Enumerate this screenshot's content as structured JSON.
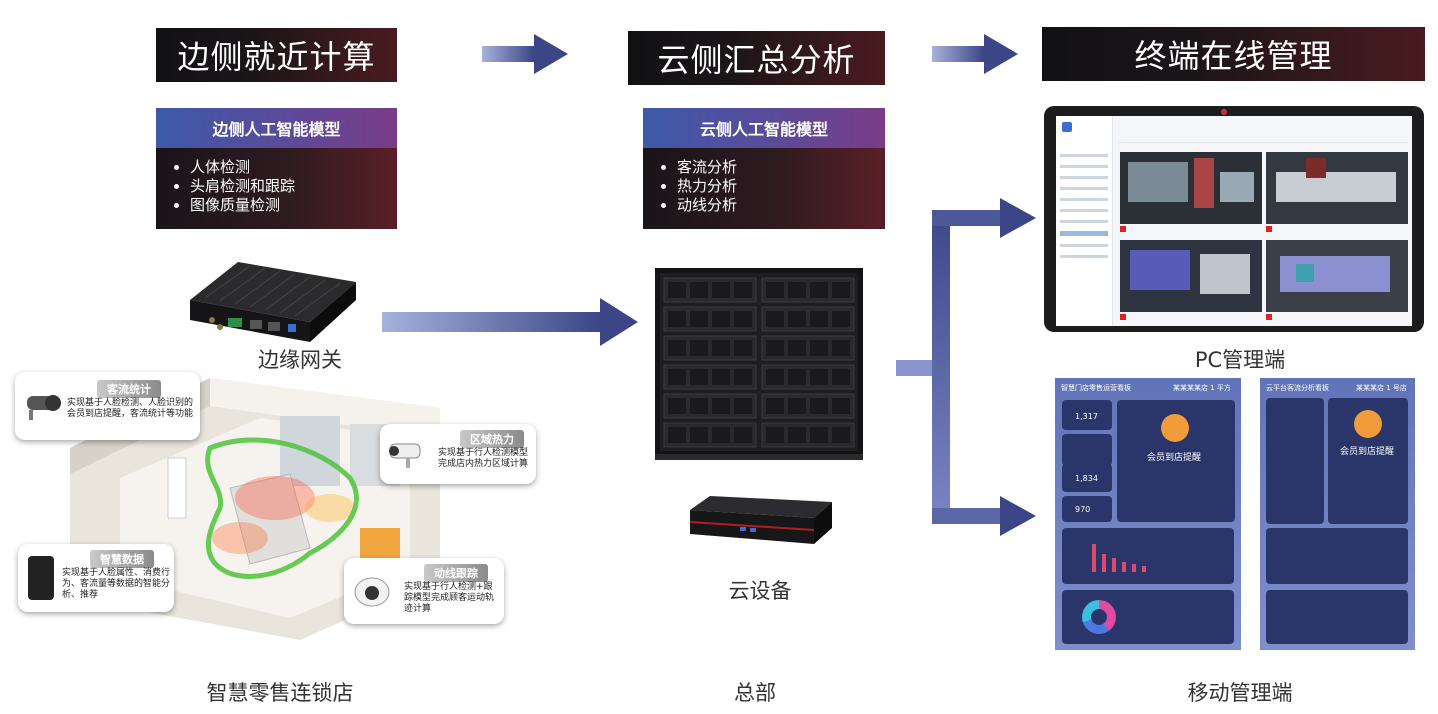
{
  "banners": {
    "edge": "边侧就近计算",
    "cloud": "云侧汇总分析",
    "terminal": "终端在线管理"
  },
  "edge_card": {
    "title": "边侧人工智能模型",
    "items": [
      "人体检测",
      "头肩检测和跟踪",
      "图像质量检测"
    ]
  },
  "cloud_card": {
    "title": "云侧人工智能模型",
    "items": [
      "客流分析",
      "热力分析",
      "动线分析"
    ]
  },
  "captions": {
    "gateway": "边缘网关",
    "cloud_device": "云设备",
    "pc": "PC管理端",
    "store": "智慧零售连锁店",
    "hq": "总部",
    "mobile": "移动管理端"
  },
  "store_bubbles": {
    "traffic": {
      "title": "客流统计",
      "text": "实现基于人脸检测、人脸识别的会员到店提醒，客流统计等功能"
    },
    "heat": {
      "title": "区域热力",
      "text": "实现基于行人检测模型完成店内热力区域计算"
    },
    "data": {
      "title": "智慧数据",
      "text": "实现基于人脸属性、消费行为、客流量等数据的智能分析、推荐"
    },
    "path": {
      "title": "动线跟踪",
      "text": "实现基于行人检测+跟踪模型完成顾客运动轨迹计算"
    }
  },
  "mobile_screens": {
    "left_title": "智慧门店零售运营看板",
    "left_status": "某某某某店 1 平方",
    "left_card": "会员到店提醒",
    "left_stats": [
      "1,317",
      "1,834",
      "970"
    ],
    "right_title": "云平台客流分析看板",
    "right_status": "某某某店 1 号店",
    "right_card": "会员到店提醒"
  },
  "colors": {
    "arrow_light": "#9aa5d6",
    "arrow_dark": "#3f4a8c",
    "banner_end": "#4a1b20",
    "card_head_start": "#3d5aa8"
  }
}
